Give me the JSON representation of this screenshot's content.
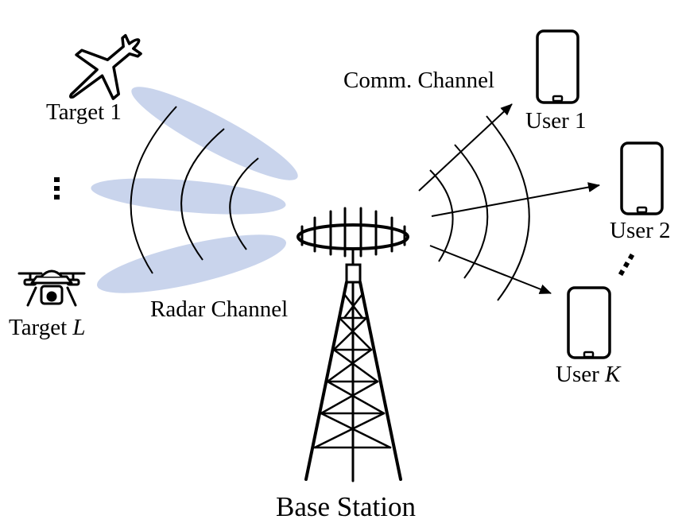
{
  "labels": {
    "target_1": "Target 1",
    "target_l_prefix": "Target ",
    "target_l_var": "L",
    "radar_channel": "Radar Channel",
    "comm_channel": "Comm. Channel",
    "user_1": "User 1",
    "user_2": "User 2",
    "user_k_prefix": "User ",
    "user_k_var": "K",
    "base_station": "Base Station"
  },
  "colors": {
    "beam": "#c9d4ec",
    "stroke": "#000000"
  },
  "icons": [
    "airplane-icon",
    "drone-icon",
    "smartphone-icon",
    "antenna-tower-icon"
  ]
}
